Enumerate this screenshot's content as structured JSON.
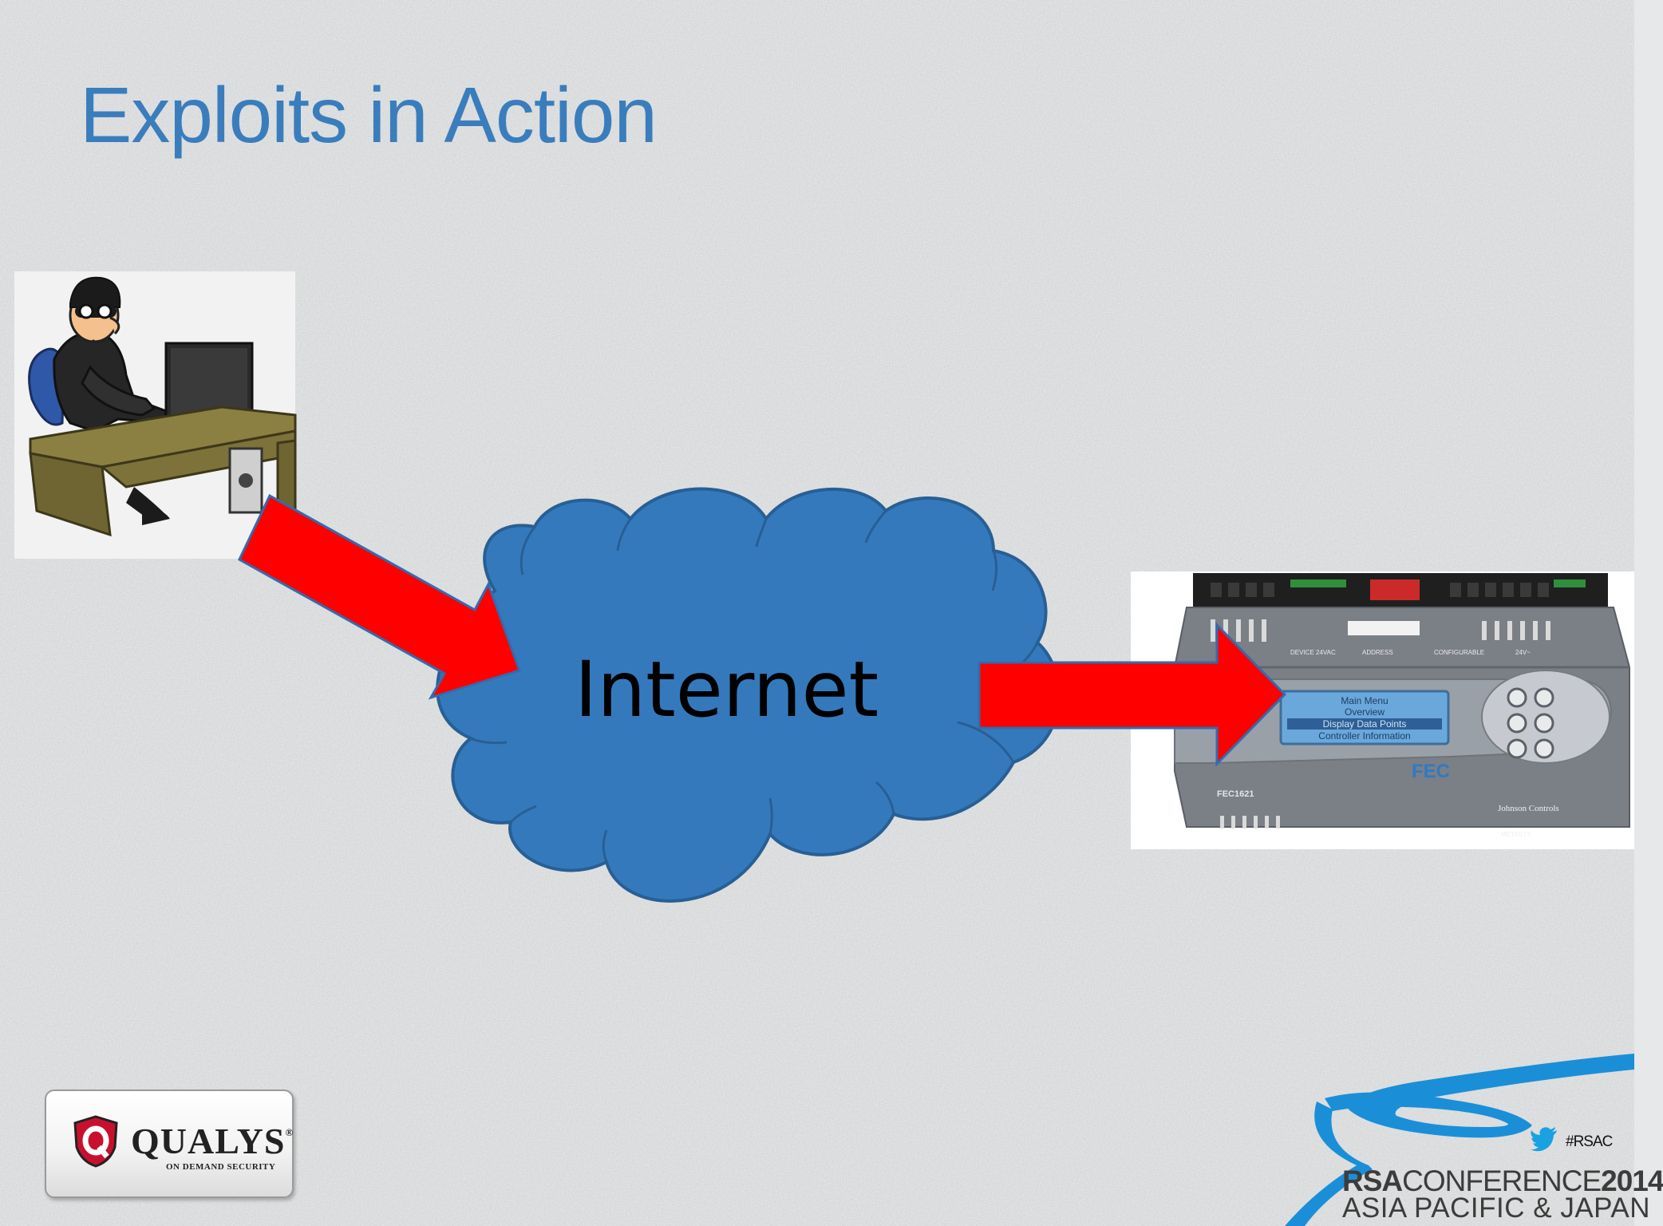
{
  "slide": {
    "title": "Exploits in Action",
    "background_color": "#e6e8e9",
    "title_color": "#3a7dbd"
  },
  "diagram": {
    "nodes": [
      {
        "id": "attacker",
        "kind": "image",
        "depicts": "hacker at computer desk"
      },
      {
        "id": "internet",
        "kind": "cloud",
        "label": "Internet",
        "fill": "#3579bd",
        "stroke": "#285f94"
      },
      {
        "id": "controller",
        "kind": "image",
        "depicts": "building automation controller device"
      }
    ],
    "edges": [
      {
        "from": "attacker",
        "to": "internet",
        "color": "#ff0000"
      },
      {
        "from": "internet",
        "to": "controller",
        "color": "#ff0000"
      }
    ]
  },
  "device": {
    "screen_lines": [
      "Main Menu",
      "Overview",
      "Display Data Points",
      "Controller Information"
    ],
    "panel_label": "FEC",
    "model": "FEC1621",
    "brand": "Johnson Controls",
    "series": "METASYS"
  },
  "logos": {
    "qualys": {
      "name": "QUALYS",
      "tagline": "ON DEMAND SECURITY"
    },
    "rsa": {
      "hashtag": "#RSAC",
      "name_prefix": "RSA",
      "name_middle": "CONFERENCE",
      "year": "2014",
      "region": "ASIA PACIFIC & JAPAN",
      "swoosh_color": "#1a8fd8"
    }
  }
}
